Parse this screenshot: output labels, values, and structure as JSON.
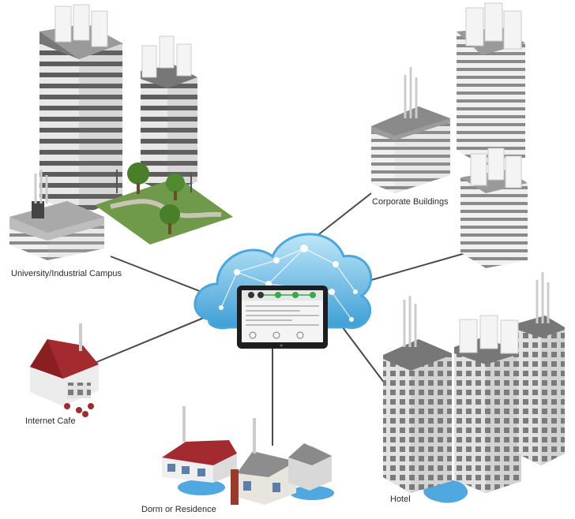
{
  "labels": {
    "campus": "University/Industrial Campus",
    "corporate": "Corporate Buildings",
    "cafe": "Internet Cafe",
    "dorm": "Dorm or Residence",
    "hotel": "Hotel"
  },
  "colors": {
    "cloud": "#5fb8e6",
    "cloud_light": "#bfe5f7",
    "link_line": "#4a4a4a",
    "grass": "#6e9a4a",
    "roof_red": "#a32a2e",
    "water": "#4fa8e0",
    "tablet": "#1e1e1e",
    "status_green": "#3aa84a"
  }
}
